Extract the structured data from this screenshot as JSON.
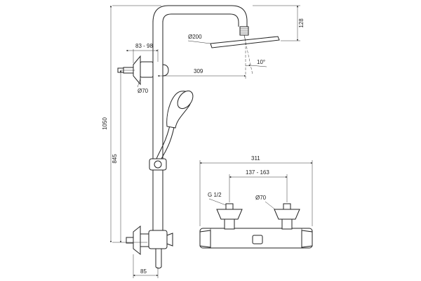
{
  "dimensions": {
    "height_total": "1050",
    "height_mixer": "845",
    "height_arm": "128",
    "head_diameter": "Ø200",
    "wall_offset": "83 - 98",
    "arm_reach": "309",
    "tilt_angle": "10°",
    "flange_diameter": "Ø70",
    "mixer_offset": "85",
    "mixer_width": "311",
    "inlet_spacing": "137 - 163",
    "thread": "G 1/2",
    "inlet_flange": "Ø70"
  }
}
